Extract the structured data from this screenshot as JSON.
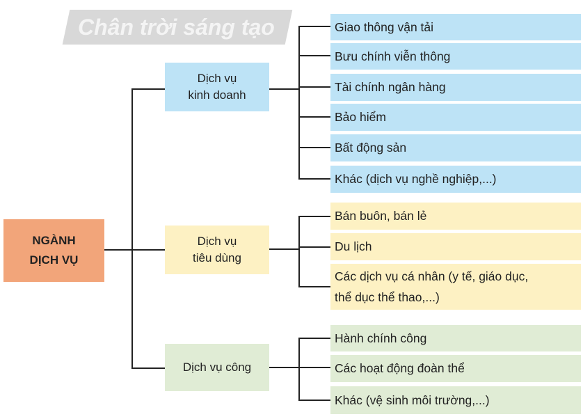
{
  "watermark": "Chân trời sáng tạo",
  "colors": {
    "root": "#f2a57a",
    "business": "#bde3f6",
    "consumer": "#fdf1c3",
    "public": "#e0ecd5",
    "lines": "#222222"
  },
  "root": {
    "label": "NGÀNH\nDỊCH VỤ"
  },
  "categories": [
    {
      "label": "Dịch vụ\nkinh doanh",
      "items": [
        "Giao thông vận tải",
        "Bưu chính viễn thông",
        "Tài chính ngân hàng",
        "Bảo hiểm",
        "Bất động sản",
        "Khác (dịch vụ nghề nghiệp,...)"
      ]
    },
    {
      "label": "Dịch vụ\ntiêu dùng",
      "items": [
        "Bán buôn, bán lẻ",
        "Du lịch",
        "Các dịch vụ cá nhân (y tế, giáo dục,\nthể dục thể thao,...)"
      ]
    },
    {
      "label": "Dịch vụ công",
      "items": [
        "Hành chính công",
        "Các hoạt động đoàn thể",
        "Khác (vệ sinh môi trường,...)"
      ]
    }
  ]
}
